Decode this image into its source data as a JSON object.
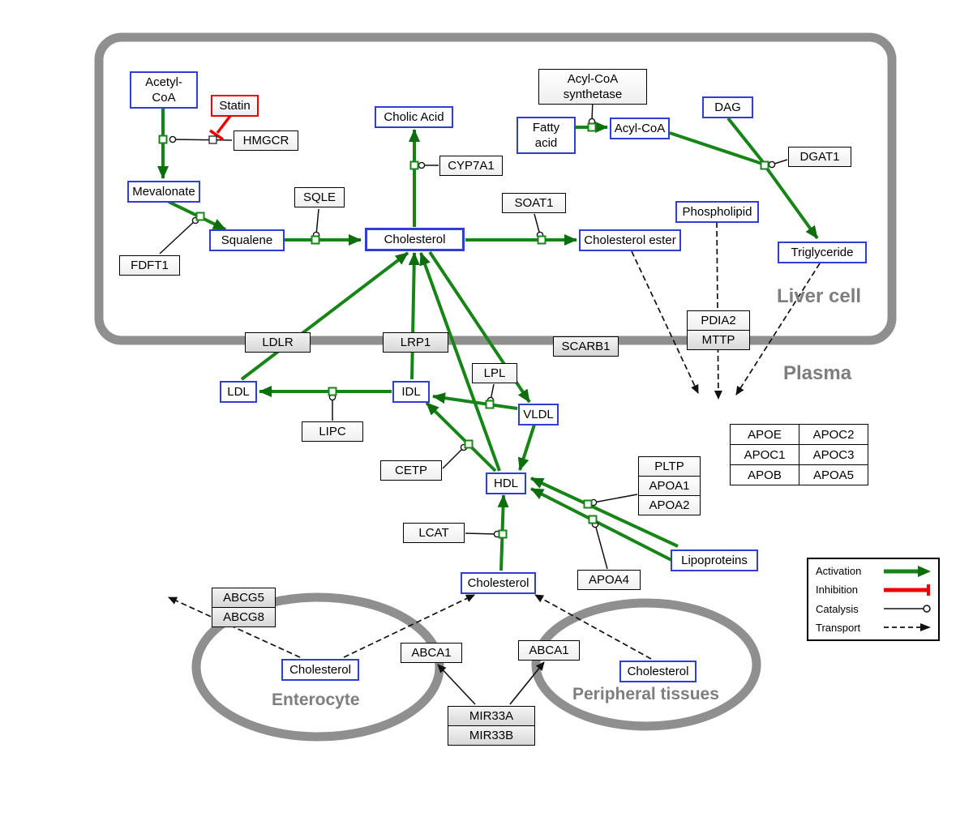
{
  "regions": {
    "liver": "Liver cell",
    "plasma": "Plasma",
    "enterocyte": "Enterocyte",
    "peripheral": "Peripheral tissues"
  },
  "metabolites": {
    "acetyl_coa": "Acetyl-CoA",
    "mevalonate": "Mevalonate",
    "squalene": "Squalene",
    "cholesterol_liver": "Cholesterol",
    "cholic_acid": "Cholic Acid",
    "fatty_acid": "Fatty acid",
    "acyl_coa": "Acyl-CoA",
    "dag": "DAG",
    "phospholipid": "Phospholipid",
    "cholesterol_ester": "Cholesterol ester",
    "triglyceride": "Triglyceride",
    "ldl": "LDL",
    "idl": "IDL",
    "vldl": "VLDL",
    "hdl": "HDL",
    "cholesterol_plasma": "Cholesterol",
    "cholesterol_enterocyte": "Cholesterol",
    "cholesterol_peripheral": "Cholesterol",
    "lipoproteins": "Lipoproteins"
  },
  "genes": {
    "statin": "Statin",
    "hmgcr": "HMGCR",
    "acyl_coa_synthetase": "Acyl-CoA synthetase",
    "dgat1": "DGAT1",
    "sqle": "SQLE",
    "cyp7a1": "CYP7A1",
    "soat1": "SOAT1",
    "fdft1": "FDFT1",
    "ldlr": "LDLR",
    "lrp1": "LRP1",
    "scarb1": "SCARB1",
    "pdia2": "PDIA2",
    "mttp": "MTTP",
    "lpl": "LPL",
    "lipc": "LIPC",
    "cetp": "CETP",
    "pltp": "PLTP",
    "apoa1": "APOA1",
    "apoa2": "APOA2",
    "lcat": "LCAT",
    "apoa4": "APOA4",
    "abcg5": "ABCG5",
    "abcg8": "ABCG8",
    "abca1_enterocyte": "ABCA1",
    "abca1_peripheral": "ABCA1",
    "mir33a": "MIR33A",
    "mir33b": "MIR33B"
  },
  "apo_table": {
    "rows": [
      [
        "APOE",
        "APOC2"
      ],
      [
        "APOC1",
        "APOC3"
      ],
      [
        "APOB",
        "APOA5"
      ]
    ]
  },
  "legend": {
    "activation": "Activation",
    "inhibition": "Inhibition",
    "catalysis": "Catalysis",
    "transport": "Transport"
  },
  "colors": {
    "activation_green": "#168516",
    "inhibition_red": "#ee0000",
    "metabolite_blue": "#2f3fd3",
    "membrane_gray": "#8f8f8f"
  }
}
